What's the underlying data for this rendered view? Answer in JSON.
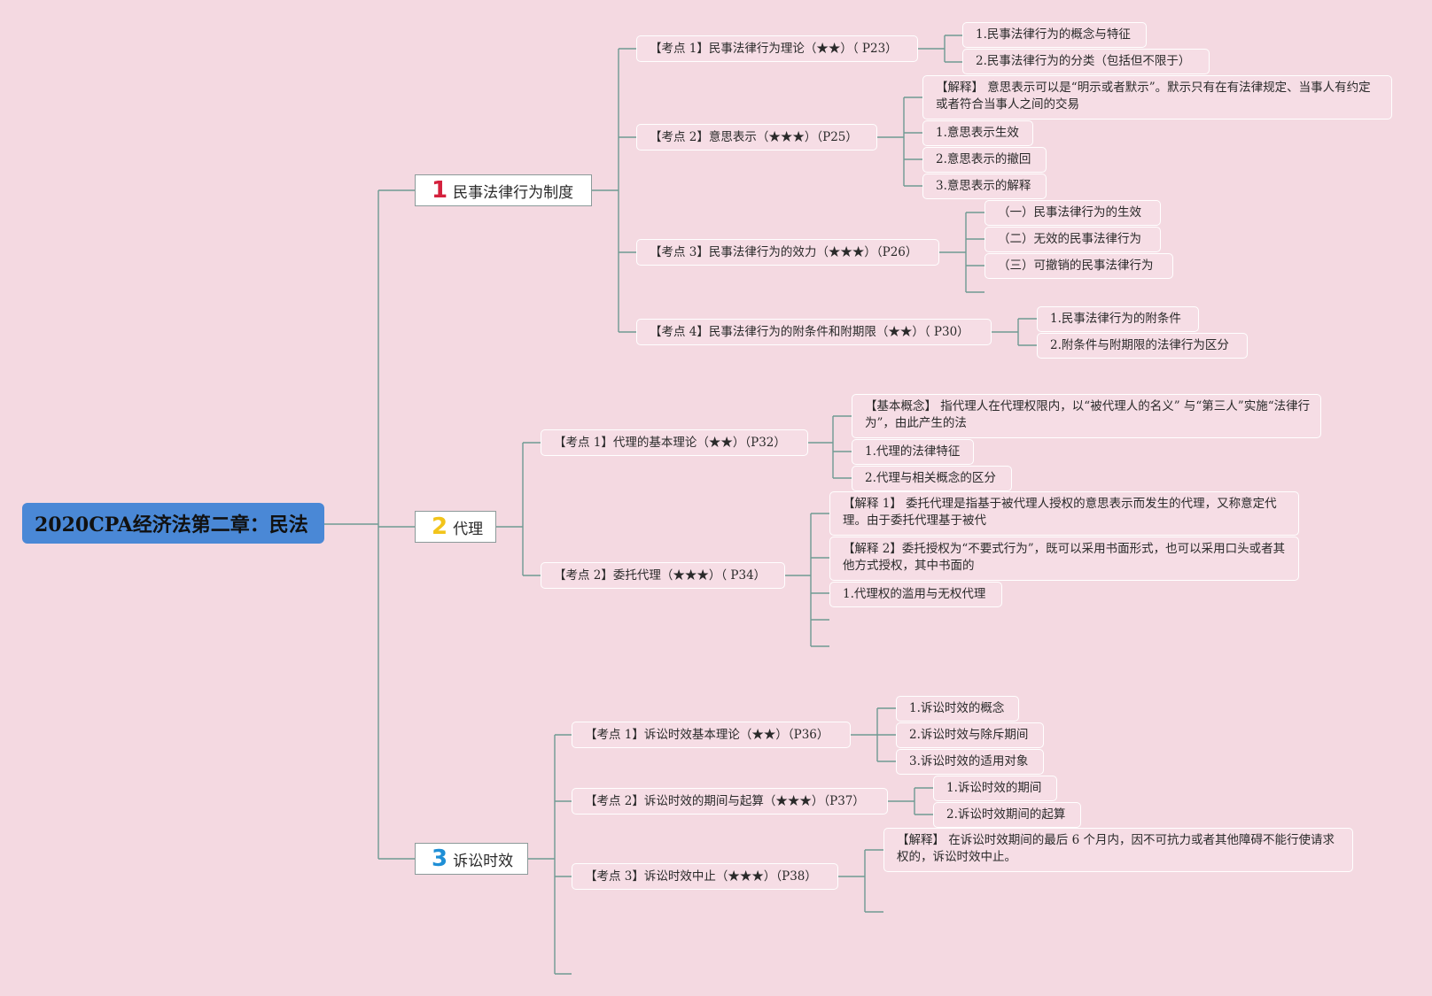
{
  "root": {
    "title": "2020CPA经济法第二章：民法"
  },
  "branches": [
    {
      "number": "1",
      "number_color": "#d4213d",
      "label": "民事法律行为制度",
      "topics": [
        {
          "label": "【考点 1】民事法律行为理论（★★）（ P23）",
          "items": [
            "1.民事法律行为的概念与特征",
            "2.民事法律行为的分类（包括但不限于）"
          ]
        },
        {
          "label": "【考点 2】意思表示（★★★）（P25）",
          "items": [
            "【解释】 意思表示可以是“明示或者默示”。默示只有在有法律规定、当事人有约定或者符合当事人之间的交易",
            "1.意思表示生效",
            "2.意思表示的撤回",
            "3.意思表示的解释"
          ]
        },
        {
          "label": "【考点 3】民事法律行为的效力（★★★）（P26）",
          "items": [
            "（一）民事法律行为的生效",
            "（二）无效的民事法律行为",
            "（三）可撤销的民事法律行为"
          ]
        },
        {
          "label": "【考点 4】民事法律行为的附条件和附期限（★★）（ P30）",
          "items": [
            "1.民事法律行为的附条件",
            "2.附条件与附期限的法律行为区分"
          ]
        }
      ]
    },
    {
      "number": "2",
      "number_color": "#f2c41a",
      "label": "代理",
      "topics": [
        {
          "label": "【考点 1】代理的基本理论（★★）（P32）",
          "items": [
            "【基本概念】 指代理人在代理权限内，以“被代理人的名义” 与“第三人”实施“法律行为”，由此产生的法",
            "1.代理的法律特征",
            "2.代理与相关概念的区分"
          ]
        },
        {
          "label": "【考点 2】委托代理（★★★）（ P34）",
          "items": [
            "【解释 1】 委托代理是指基于被代理人授权的意思表示而发生的代理，又称意定代理。由于委托代理基于被代",
            "【解释 2】委托授权为“不要式行为”，既可以采用书面形式，也可以采用口头或者其他方式授权，其中书面的",
            "1.代理权的滥用与无权代理"
          ]
        }
      ]
    },
    {
      "number": "3",
      "number_color": "#1f8fd6",
      "label": "诉讼时效",
      "topics": [
        {
          "label": "【考点 1】诉讼时效基本理论（★★）（P36）",
          "items": [
            "1.诉讼时效的概念",
            "2.诉讼时效与除斥期间",
            "3.诉讼时效的适用对象"
          ]
        },
        {
          "label": "【考点 2】诉讼时效的期间与起算（★★★）（P37）",
          "items": [
            "1.诉讼时效的期间",
            "2.诉讼时效期间的起算"
          ]
        },
        {
          "label": "【考点 3】诉讼时效中止（★★★）（P38）",
          "items": [
            "【解释】 在诉讼时效期间的最后 6 个月内，因不可抗力或者其他障碍不能行使请求权的，诉讼时效中止。"
          ]
        }
      ]
    }
  ]
}
